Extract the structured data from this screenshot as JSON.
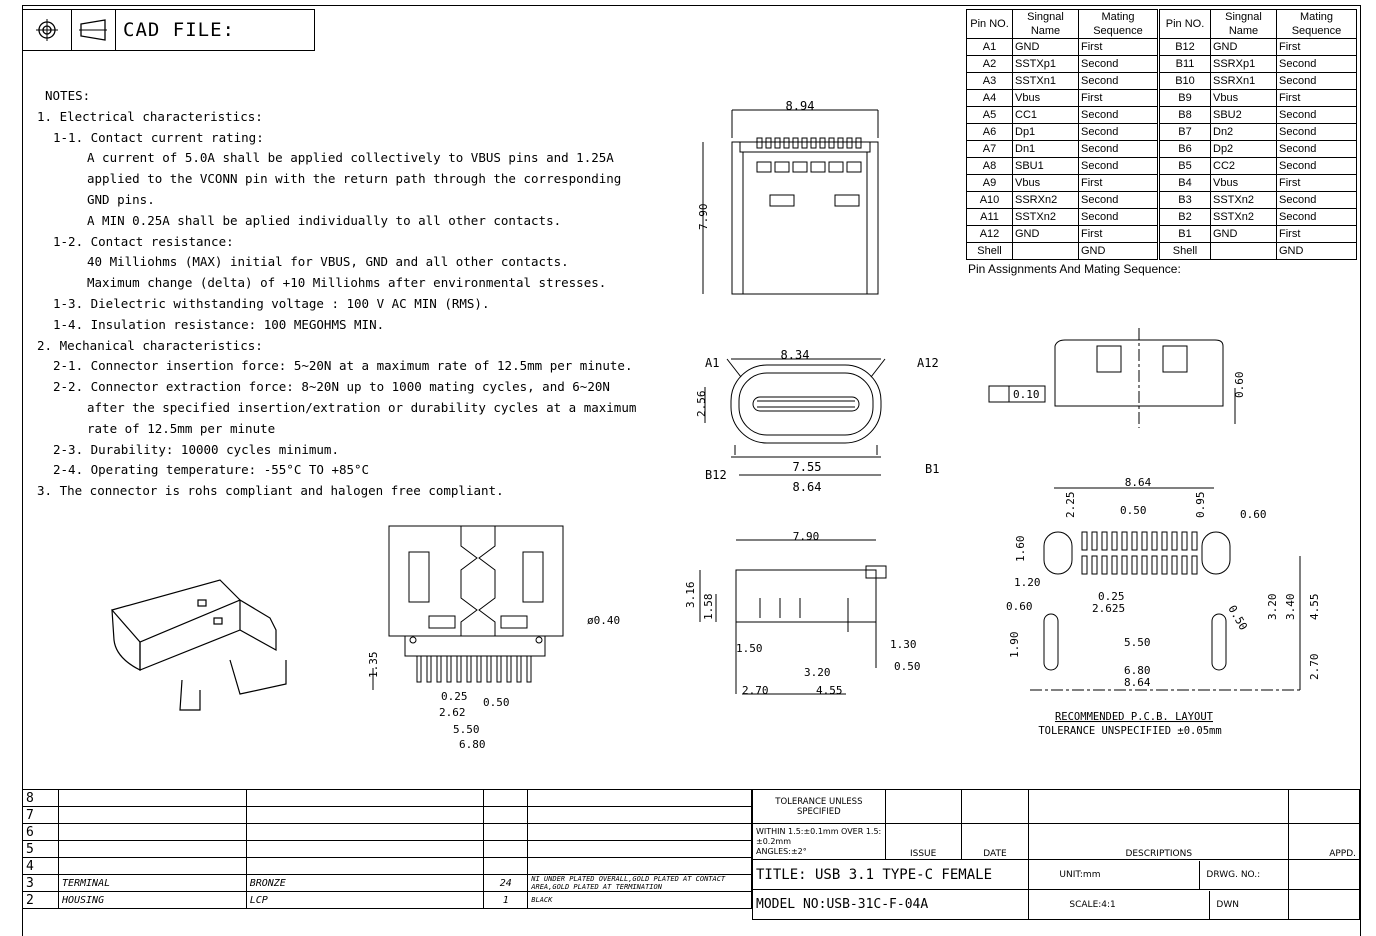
{
  "header": {
    "cad_label": "CAD FILE:"
  },
  "notes": {
    "title": "NOTES:",
    "lines": [
      {
        "text": "1. Electrical characteristics:",
        "indent": 0
      },
      {
        "text": "1-1. Contact current rating:",
        "indent": 1
      },
      {
        "text": "A current of 5.0A shall be applied collectively to VBUS pins and 1.25A",
        "indent": 2
      },
      {
        "text": "applied to the VCONN pin with the return path through the corresponding",
        "indent": 2
      },
      {
        "text": "GND pins.",
        "indent": 2
      },
      {
        "text": "A MIN 0.25A shall be aplied individually to all other contacts.",
        "indent": 2
      },
      {
        "text": "1-2. Contact resistance:",
        "indent": 1
      },
      {
        "text": "40 Milliohms (MAX) initial for VBUS, GND and all other contacts.",
        "indent": 2
      },
      {
        "text": "Maximum change (delta) of +10 Milliohms after environmental stresses.",
        "indent": 2
      },
      {
        "text": "1-3. Dielectric withstanding voltage : 100 V AC MIN (RMS).",
        "indent": 1
      },
      {
        "text": "1-4. Insulation resistance: 100 MEGOHMS MIN.",
        "indent": 1
      },
      {
        "text": "2. Mechanical characteristics:",
        "indent": 0
      },
      {
        "text": "2-1. Connector insertion force: 5~20N at a maximum rate of 12.5mm per minute.",
        "indent": 1
      },
      {
        "text": "2-2. Connector extraction force: 8~20N up to 1000 mating cycles, and 6~20N",
        "indent": 1
      },
      {
        "text": "after the specified insertion/extration or durability cycles at a maximum",
        "indent": 2
      },
      {
        "text": "rate of 12.5mm per minute",
        "indent": 2
      },
      {
        "text": "2-3. Durability: 10000 cycles minimum.",
        "indent": 1
      },
      {
        "text": "2-4. Operating temperature: -55°C TO +85°C",
        "indent": 1
      },
      {
        "text": "3. The connector is rohs compliant and halogen free compliant.",
        "indent": 0
      }
    ]
  },
  "pin_table": {
    "headers": [
      "Pin NO.",
      "Singnal Name",
      "Mating Sequence",
      "Pin NO.",
      "Singnal Name",
      "Mating Sequence"
    ],
    "rows": [
      [
        "A1",
        "GND",
        "First",
        "B12",
        "GND",
        "First"
      ],
      [
        "A2",
        "SSTXp1",
        "Second",
        "B11",
        "SSRXp1",
        "Second"
      ],
      [
        "A3",
        "SSTXn1",
        "Second",
        "B10",
        "SSRXn1",
        "Second"
      ],
      [
        "A4",
        "Vbus",
        "First",
        "B9",
        "Vbus",
        "First"
      ],
      [
        "A5",
        "CC1",
        "Second",
        "B8",
        "SBU2",
        "Second"
      ],
      [
        "A6",
        "Dp1",
        "Second",
        "B7",
        "Dn2",
        "Second"
      ],
      [
        "A7",
        "Dn1",
        "Second",
        "B6",
        "Dp2",
        "Second"
      ],
      [
        "A8",
        "SBU1",
        "Second",
        "B5",
        "CC2",
        "Second"
      ],
      [
        "A9",
        "Vbus",
        "First",
        "B4",
        "Vbus",
        "First"
      ],
      [
        "A10",
        "SSRXn2",
        "Second",
        "B3",
        "SSTXn2",
        "Second"
      ],
      [
        "A11",
        "SSTXn2",
        "Second",
        "B2",
        "SSTXn2",
        "Second"
      ],
      [
        "A12",
        "GND",
        "First",
        "B1",
        "GND",
        "First"
      ],
      [
        "Shell",
        "",
        "GND",
        "Shell",
        "",
        "GND"
      ]
    ],
    "caption": "Pin Assignments And Mating Sequence:"
  },
  "dims": {
    "front_top_width": "8.94",
    "front_top_height": "7.90",
    "front_width": "8.34",
    "front_height": "2.56",
    "front_inner": "7.55",
    "front_bottom": "8.64",
    "label_a1": "A1",
    "label_a12": "A12",
    "label_b12": "B12",
    "label_b1": "B1",
    "side_flatness_value": "0.10",
    "side_height": "0.60",
    "pcb_width": "8.64",
    "pcb_d225": "2.25",
    "pcb_d050": "0.50",
    "pcb_d095": "0.95",
    "pcb_d060r": "0.60",
    "pcb_d160": "1.60",
    "pcb_d120": "1.20",
    "pcb_d060": "0.60",
    "pcb_d025": "0.25",
    "pcb_d2625": "2.625",
    "pcb_d050b": "0.50",
    "pcb_d190": "1.90",
    "pcb_d550": "5.50",
    "pcb_d680": "6.80",
    "pcb_d864b": "8.64",
    "pcb_d320": "3.20",
    "pcb_d340": "3.40",
    "pcb_d455": "4.55",
    "pcb_d270": "2.70",
    "pcb_caption1": "RECOMMENDED  P.C.B. LAYOUT",
    "pcb_caption2": "TOLERANCE UNSPECIFIED ±0.05mm",
    "top_d040": "ø0.40",
    "top_d135": "1.35",
    "top_d025": "0.25",
    "top_d050": "0.50",
    "top_d262": "2.62",
    "top_d550": "5.50",
    "top_d680": "6.80",
    "sv_d790": "7.90",
    "sv_d316": "3.16",
    "sv_d158": "1.58",
    "sv_d150": "1.50",
    "sv_d130": "1.30",
    "sv_d320": "3.20",
    "sv_d050": "0.50",
    "sv_d270": "2.70",
    "sv_d455": "4.55"
  },
  "bom": {
    "row_numbers": [
      "8",
      "7",
      "6",
      "5",
      "4",
      "3",
      "2"
    ],
    "rows": [
      {
        "no": "3",
        "name": "TERMINAL",
        "material": "BRONZE",
        "qty": "24",
        "finish": "NI UNDER PLATED OVERALL,GOLD PLATED AT CONTACT AREA,GOLD PLATED AT TERMINATION"
      },
      {
        "no": "2",
        "name": "HOUSING",
        "material": "LCP",
        "qty": "1",
        "finish": "BLACK"
      }
    ]
  },
  "title_block": {
    "tolerance": "TOLERANCE UNLESS SPECIFIED",
    "tol_line1": "WITHIN 1.5:±0.1mm OVER 1.5: ±0.2mm",
    "tol_line2": "ANGLES:±2°",
    "issue": "ISSUE",
    "date": "DATE",
    "descriptions": "DESCRIPTIONS",
    "appd": "APPD.",
    "title": "TITLE: USB 3.1  TYPE-C FEMALE",
    "unit": "UNIT:mm",
    "drwg_no": "DRWG. NO.:",
    "model": "MODEL  NO:USB-31C-F-04A",
    "scale": "SCALE:4:1",
    "dwn": "DWN"
  }
}
